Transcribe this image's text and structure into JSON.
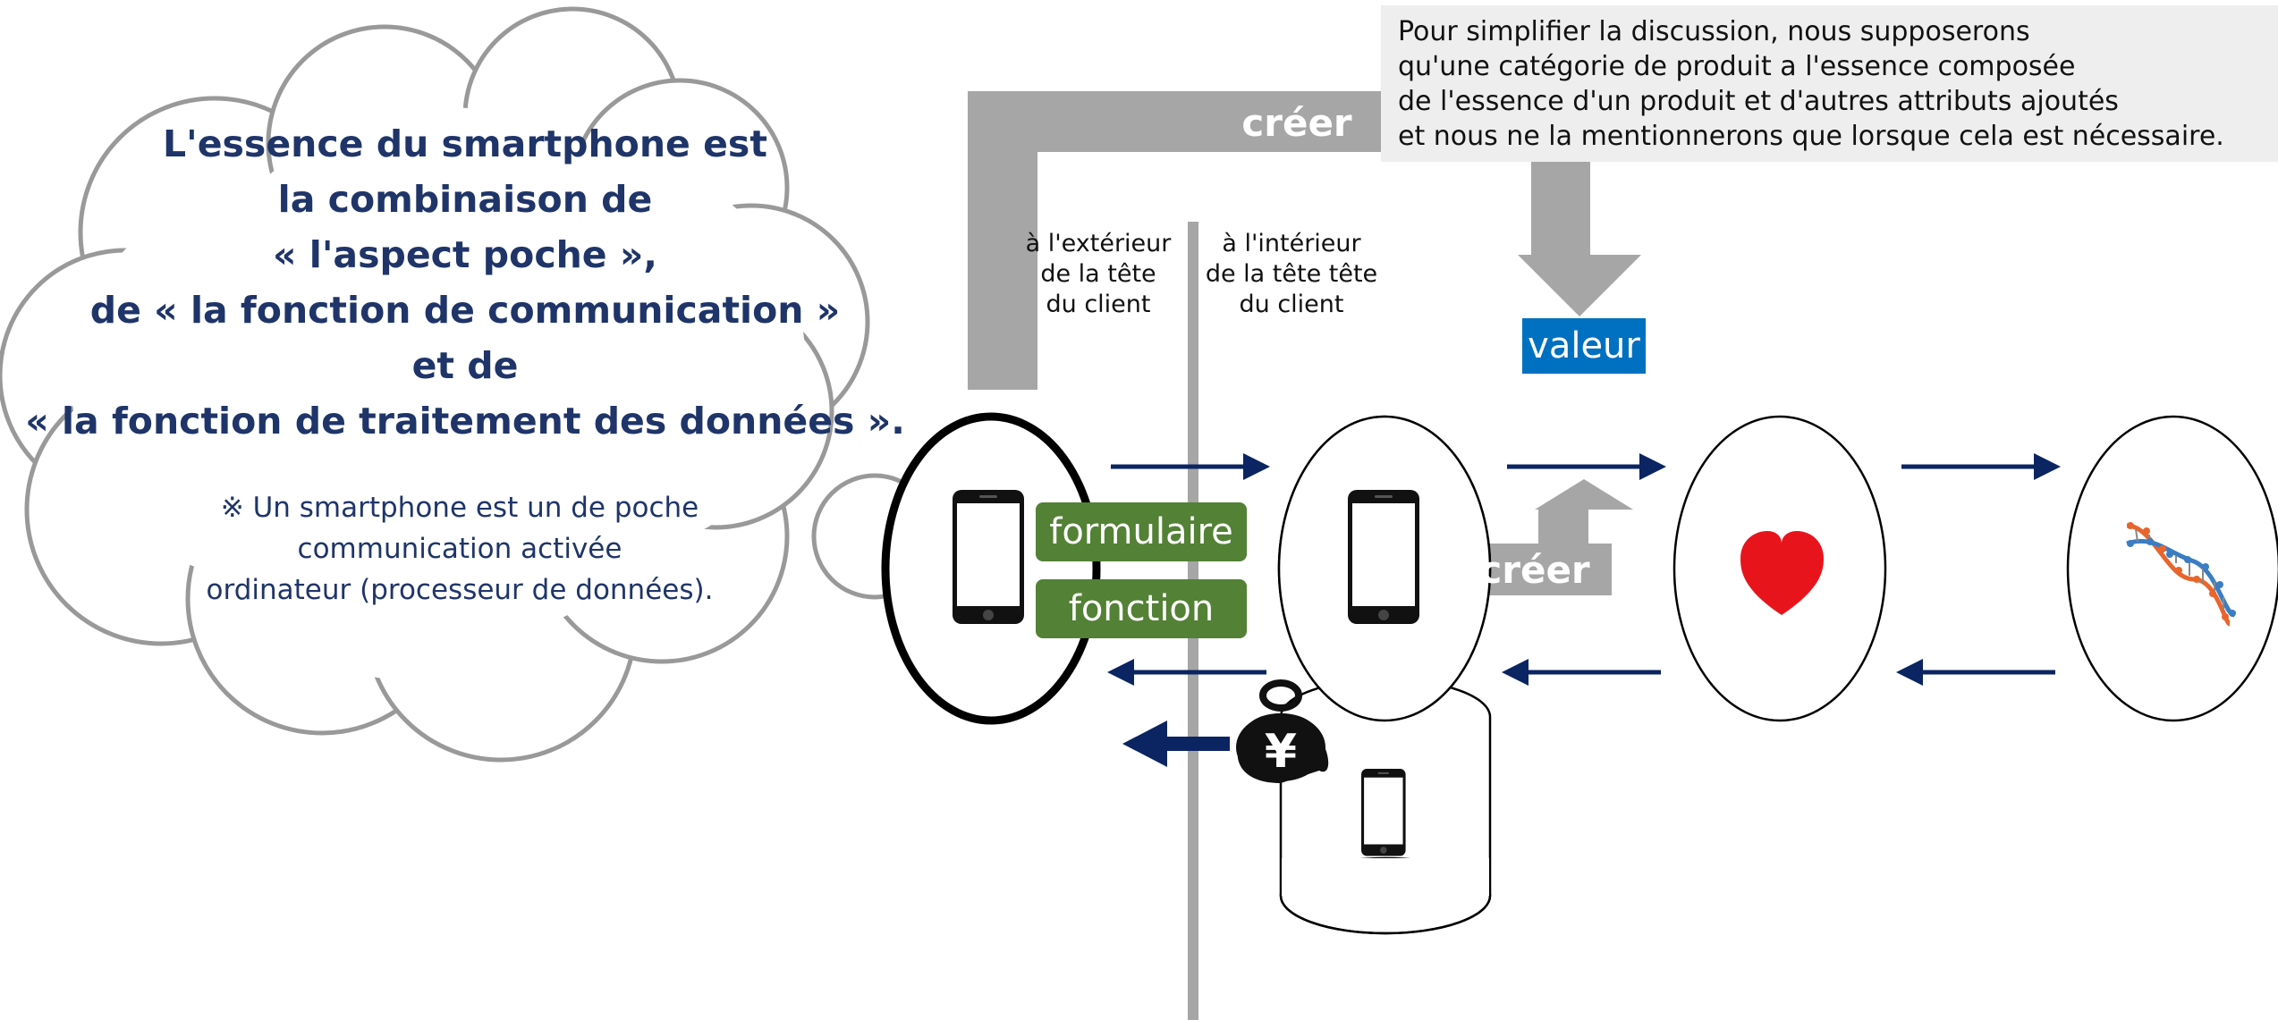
{
  "cloud": {
    "title_lines": [
      "L'essence du smartphone est",
      "la combinaison de",
      "« l'aspect poche »,",
      "de « la fonction de communication »",
      "et de",
      "« la fonction de traitement des données »."
    ],
    "note_lines": [
      "※ Un smartphone est un de poche",
      "communication activée",
      "ordinateur (processeur de données)."
    ]
  },
  "note": {
    "lines": [
      "Pour simplifier la discussion, nous supposerons",
      "qu'une catégorie de produit a l'essence composée",
      "de l'essence d'un produit et d'autres attributs ajoutés",
      "et nous ne la mentionnerons que lorsque cela est nécessaire."
    ]
  },
  "labels": {
    "create_top": "créer",
    "create_mid": "créer",
    "outside": [
      "à l'extérieur",
      "de la tête",
      "du client"
    ],
    "inside": [
      "à l'intérieur",
      "de la tête tête",
      "du client"
    ],
    "value": "valeur",
    "form": "formulaire",
    "function": "fonction"
  },
  "icons": {
    "money": "yen-money-bag-icon",
    "heart": "heart-icon",
    "dna": "dna-icon",
    "phone": "smartphone-icon"
  },
  "colors": {
    "navy_text": "#1f3569",
    "arrow": "#0b2462",
    "grey": "#a6a6a6",
    "green": "#538135",
    "blue": "#0070c0",
    "heart": "#e8141c"
  }
}
